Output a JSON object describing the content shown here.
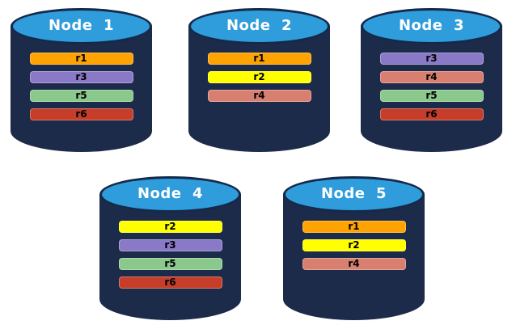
{
  "colors": {
    "background": "#ffffff",
    "cylinder_body": "#1C2B4A",
    "cylinder_top": "#2F9CDB",
    "cylinder_rim": "#15294A",
    "title_text": "#ffffff",
    "bar_text": "#000000",
    "replica_colors": {
      "r1": "#FFA302",
      "r2": "#FFFF00",
      "r3": "#8979C7",
      "r4": "#D87F70",
      "r5": "#8BC88B",
      "r6": "#C63D2A"
    }
  },
  "nodes": [
    {
      "label": "Node  1",
      "replicas": [
        "r1",
        "r3",
        "r5",
        "r6"
      ]
    },
    {
      "label": "Node  2",
      "replicas": [
        "r1",
        "r2",
        "r4"
      ]
    },
    {
      "label": "Node  3",
      "replicas": [
        "r3",
        "r4",
        "r5",
        "r6"
      ]
    },
    {
      "label": "Node  4",
      "replicas": [
        "r2",
        "r3",
        "r5",
        "r6"
      ]
    },
    {
      "label": "Node  5",
      "replicas": [
        "r1",
        "r2",
        "r4"
      ]
    }
  ]
}
